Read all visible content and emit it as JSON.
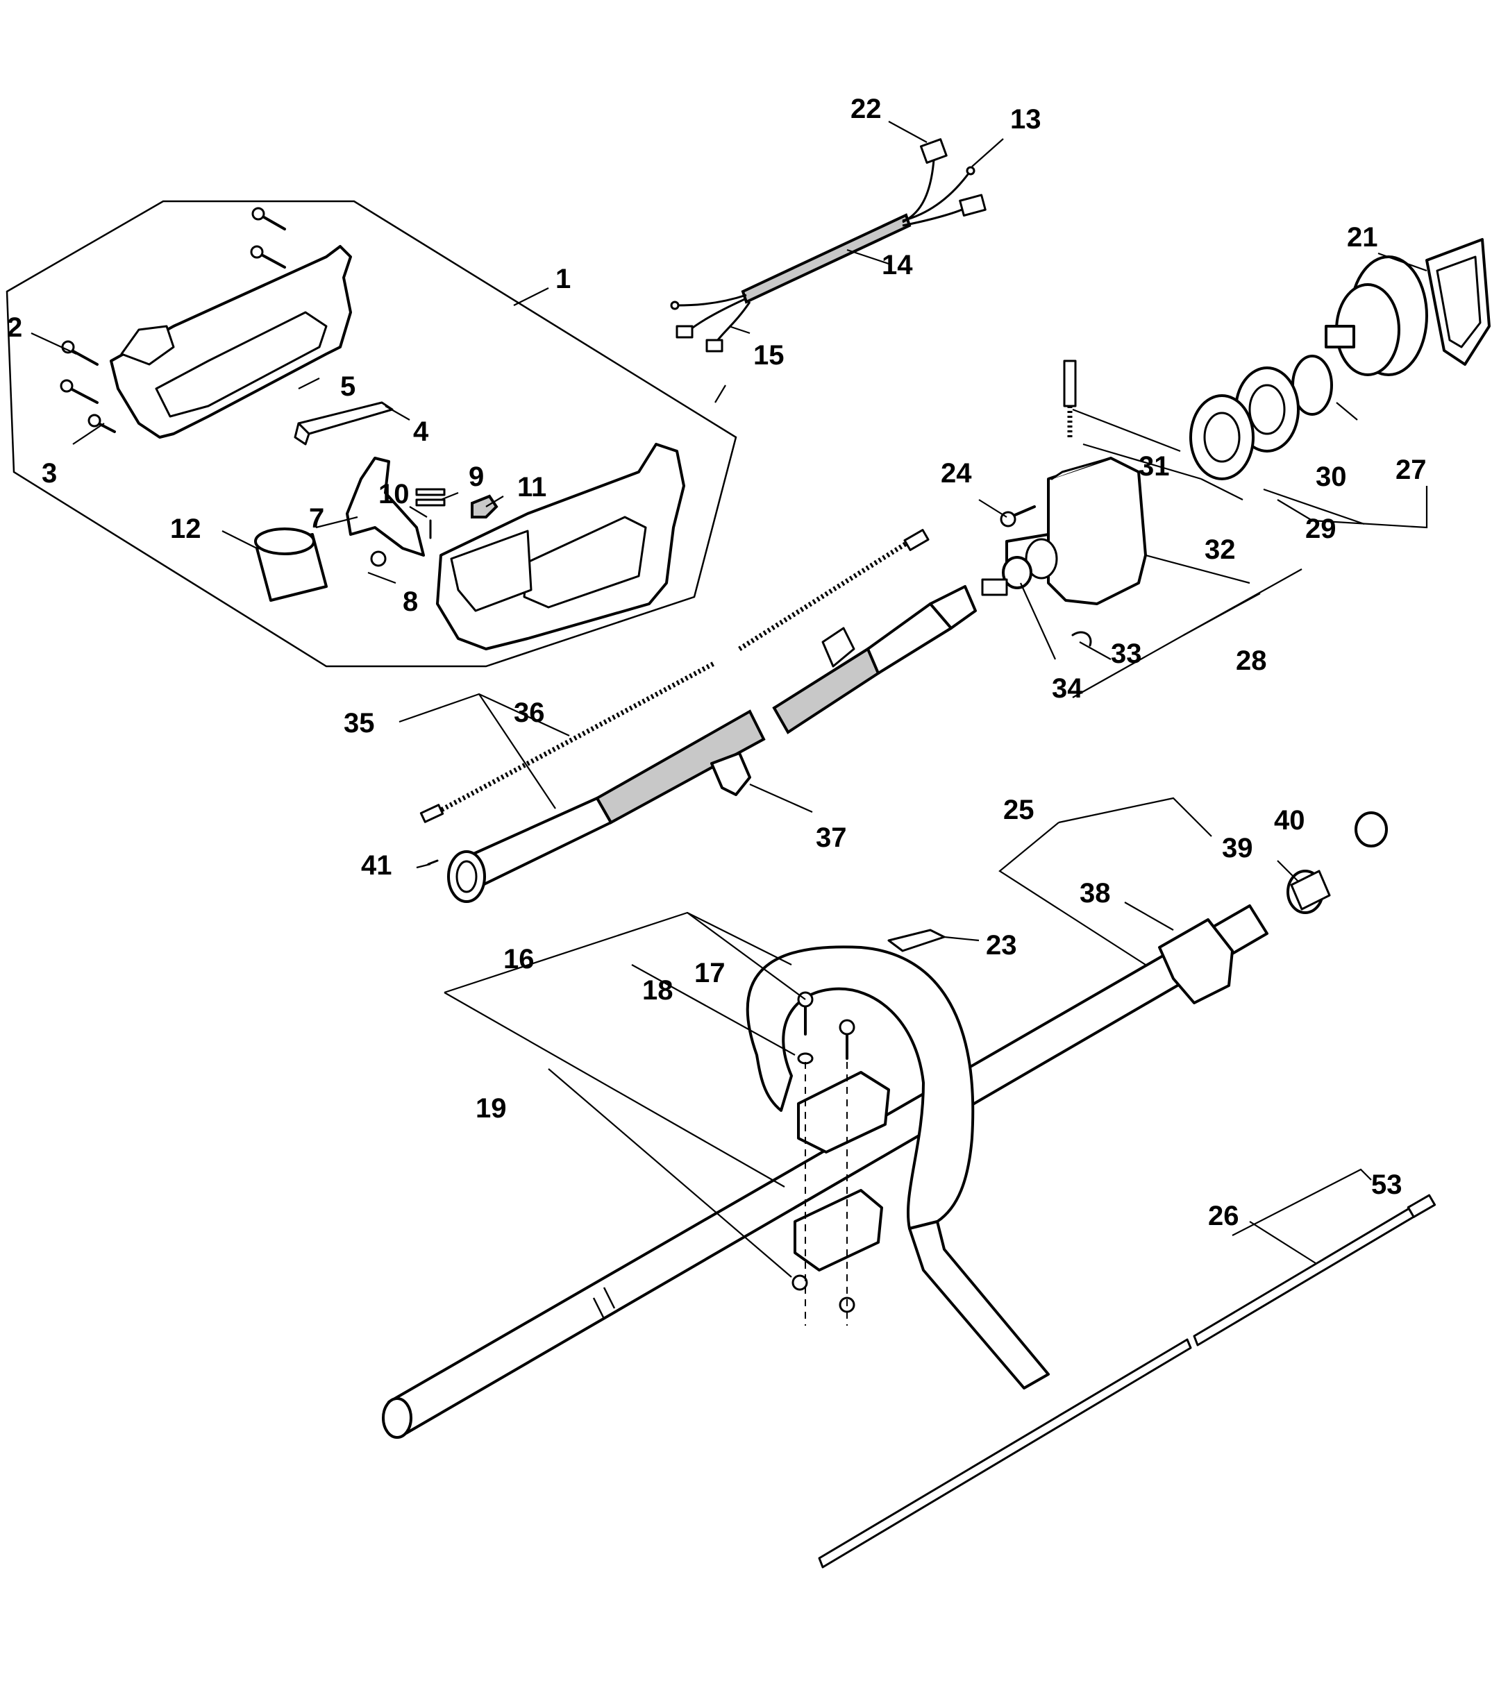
{
  "callouts": [
    {
      "id": "p1",
      "label": "1"
    },
    {
      "id": "p2",
      "label": "2"
    },
    {
      "id": "p3",
      "label": "3"
    },
    {
      "id": "p4",
      "label": "4"
    },
    {
      "id": "p5",
      "label": "5"
    },
    {
      "id": "p7",
      "label": "7"
    },
    {
      "id": "p8",
      "label": "8"
    },
    {
      "id": "p9",
      "label": "9"
    },
    {
      "id": "p10",
      "label": "10"
    },
    {
      "id": "p11",
      "label": "11"
    },
    {
      "id": "p12",
      "label": "12"
    },
    {
      "id": "p13",
      "label": "13"
    },
    {
      "id": "p14",
      "label": "14"
    },
    {
      "id": "p15",
      "label": "15"
    },
    {
      "id": "p16",
      "label": "16"
    },
    {
      "id": "p17",
      "label": "17"
    },
    {
      "id": "p18",
      "label": "18"
    },
    {
      "id": "p19",
      "label": "19"
    },
    {
      "id": "p21",
      "label": "21"
    },
    {
      "id": "p22",
      "label": "22"
    },
    {
      "id": "p23",
      "label": "23"
    },
    {
      "id": "p24",
      "label": "24"
    },
    {
      "id": "p25",
      "label": "25"
    },
    {
      "id": "p26",
      "label": "26"
    },
    {
      "id": "p27",
      "label": "27"
    },
    {
      "id": "p28",
      "label": "28"
    },
    {
      "id": "p29",
      "label": "29"
    },
    {
      "id": "p30",
      "label": "30"
    },
    {
      "id": "p31",
      "label": "31"
    },
    {
      "id": "p32",
      "label": "32"
    },
    {
      "id": "p33",
      "label": "33"
    },
    {
      "id": "p34",
      "label": "34"
    },
    {
      "id": "p35",
      "label": "35"
    },
    {
      "id": "p36",
      "label": "36"
    },
    {
      "id": "p37",
      "label": "37"
    },
    {
      "id": "p38",
      "label": "38"
    },
    {
      "id": "p39",
      "label": "39"
    },
    {
      "id": "p40",
      "label": "40"
    },
    {
      "id": "p41",
      "label": "41"
    },
    {
      "id": "p53",
      "label": "53"
    }
  ]
}
